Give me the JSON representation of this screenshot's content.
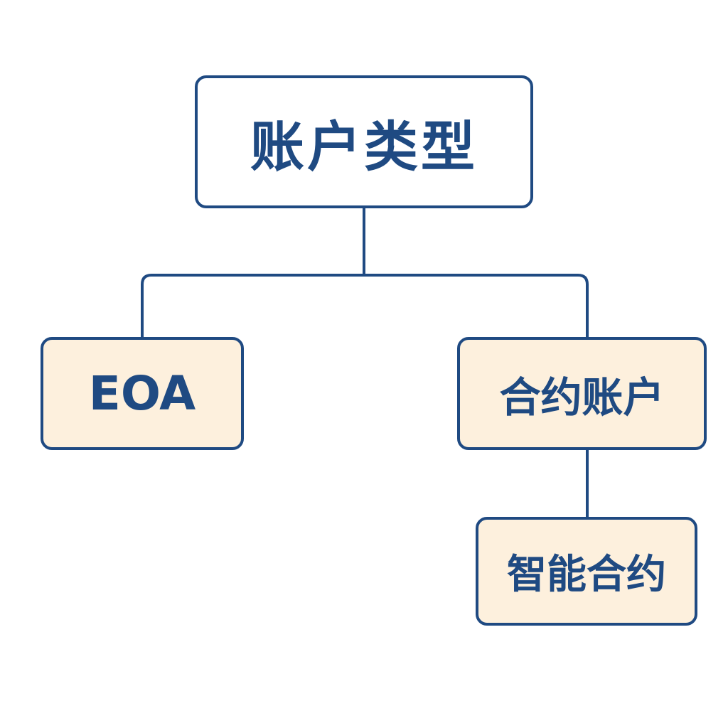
{
  "diagram": {
    "root": {
      "label": "账户类型"
    },
    "children": [
      {
        "label": "EOA"
      },
      {
        "label": "合约账户",
        "children": [
          {
            "label": "智能合约"
          }
        ]
      }
    ]
  },
  "colors": {
    "border": "#1f4a82",
    "text": "#1f4a82",
    "root_fill": "#ffffff",
    "leaf_fill": "#fdf0dd",
    "background": "#ffffff"
  }
}
